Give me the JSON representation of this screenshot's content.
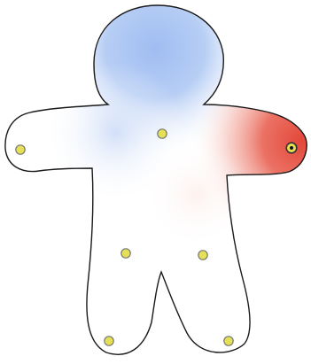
{
  "figure": {
    "shape": "gingerbread-man",
    "field_colors": {
      "cold": "#9fbdf2",
      "neutral": "#ffffff",
      "hot": "#e3473a"
    },
    "outline_color": "#1a1a1a",
    "point_color": "#e5e055",
    "point_stroke": "#777777",
    "handles": [
      {
        "id": "head-center",
        "kind": "control-point"
      },
      {
        "id": "left-hand",
        "kind": "control-point"
      },
      {
        "id": "right-hand",
        "kind": "selected-control-point"
      },
      {
        "id": "left-hip",
        "kind": "control-point"
      },
      {
        "id": "right-hip",
        "kind": "control-point"
      },
      {
        "id": "left-foot",
        "kind": "control-point"
      },
      {
        "id": "right-foot",
        "kind": "control-point"
      }
    ]
  }
}
